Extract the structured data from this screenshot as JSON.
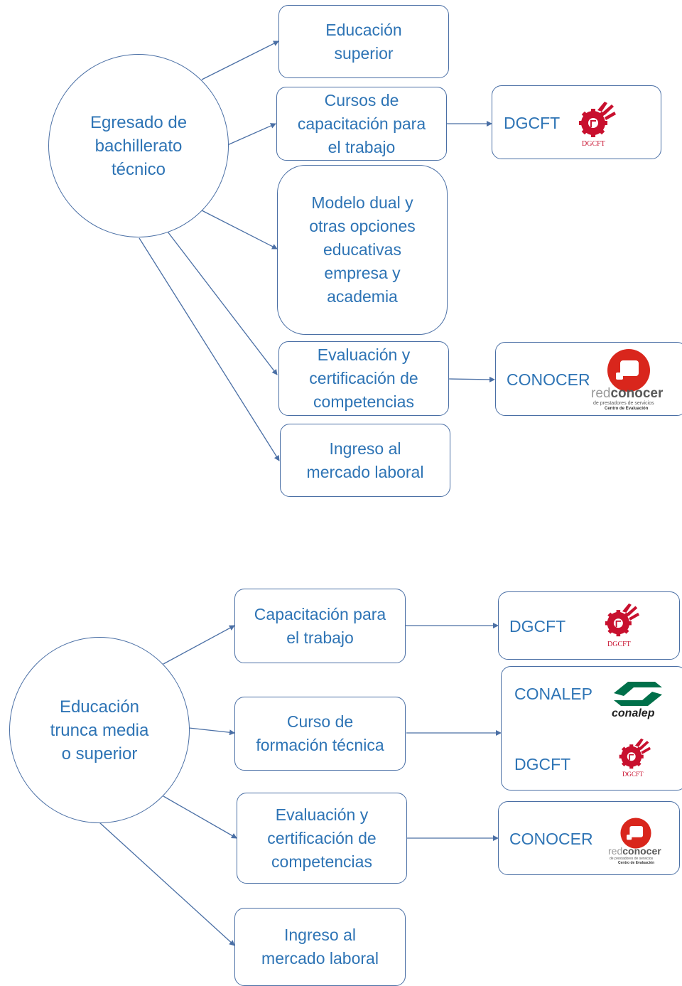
{
  "colors": {
    "border": "#4a6fa5",
    "text": "#2e74b5",
    "dgcft_red": "#c8102e",
    "conocer_red": "#d9261c",
    "conalep_green": "#00704a"
  },
  "top": {
    "source": "Egresado de\nbachillerato\ntécnico",
    "options": [
      "Educación\nsuperior",
      "Cursos de\ncapacitación para\nel trabajo",
      "Modelo dual y\notras opciones\neducativas\nempresa y\nacademia",
      "Evaluación y\ncertificación de\ncompetencias",
      "Ingreso al\nmercado laboral"
    ],
    "orgs": {
      "dgcft": {
        "label": "DGCFT",
        "logo_text": "DGCFT",
        "logo_icon": "gear-hand-icon"
      },
      "conocer": {
        "label": "CONOCER",
        "logo_red": "red",
        "logo_conocer": "conocer",
        "logo_sub1": "de prestadores de servicios",
        "logo_sub2": "Centro de Evaluación",
        "logo_icon": "red-circle-square-icon"
      }
    }
  },
  "bottom": {
    "source": "Educación\ntrunca media\no superior",
    "options": [
      "Capacitación para\nel trabajo",
      "Curso de\nformación técnica",
      "Evaluación y\ncertificación de\ncompetencias",
      "Ingreso al\nmercado laboral"
    ],
    "orgs": {
      "dgcft": {
        "label": "DGCFT",
        "logo_text": "DGCFT",
        "logo_icon": "gear-hand-icon"
      },
      "conalep": {
        "label": "CONALEP",
        "logo_text": "conalep",
        "logo_icon": "conalep-chevrons-icon"
      },
      "dgcft2": {
        "label": "DGCFT",
        "logo_text": "DGCFT",
        "logo_icon": "gear-hand-icon"
      },
      "conocer": {
        "label": "CONOCER",
        "logo_red": "red",
        "logo_conocer": "conocer",
        "logo_sub1": "de prestadores de servicios",
        "logo_sub2": "Centro de Evaluación",
        "logo_icon": "red-circle-square-icon"
      }
    }
  }
}
